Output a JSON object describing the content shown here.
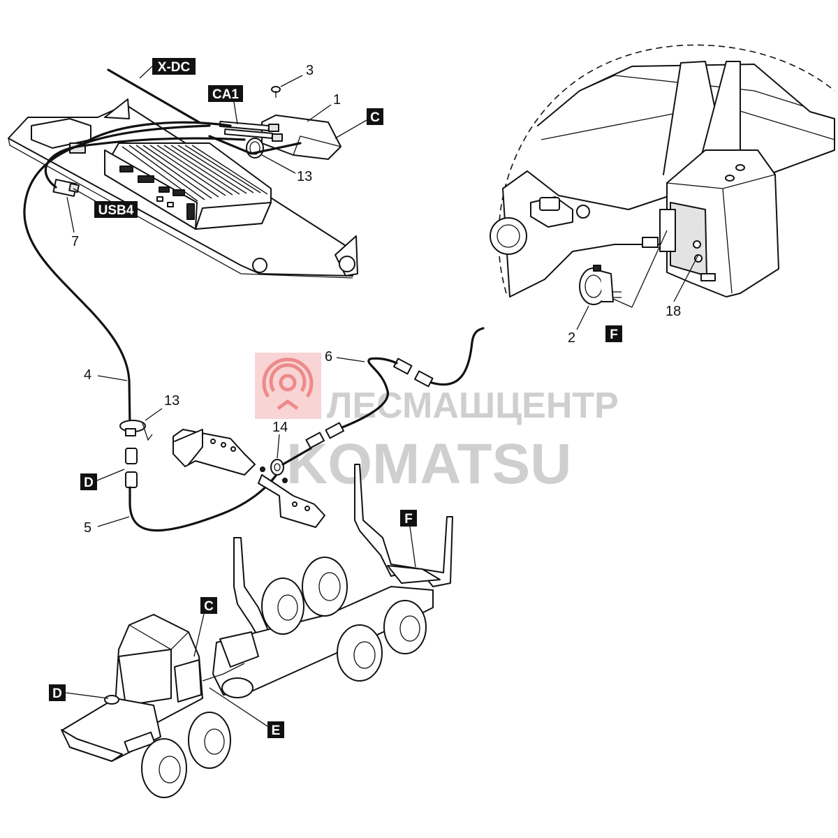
{
  "watermark": {
    "line1": "ЛЕСМАШЦЕНТР",
    "line2": "KOMATSU",
    "logo_color": "#e85a5a",
    "text_color": "#a9a9a9"
  },
  "tags": {
    "xdc": "X-DC",
    "ca1": "CA1",
    "usb4": "USB4",
    "c_top": "C",
    "c_machine": "C",
    "d_cable": "D",
    "d_machine": "D",
    "e_machine": "E",
    "f_detail": "F",
    "f_machine": "F"
  },
  "callouts": {
    "p1": "1",
    "p2": "2",
    "p3": "3",
    "p4": "4",
    "p5": "5",
    "p6": "6",
    "p7": "7",
    "p13_top": "13",
    "p13_mid": "13",
    "p14": "14",
    "p18": "18"
  }
}
